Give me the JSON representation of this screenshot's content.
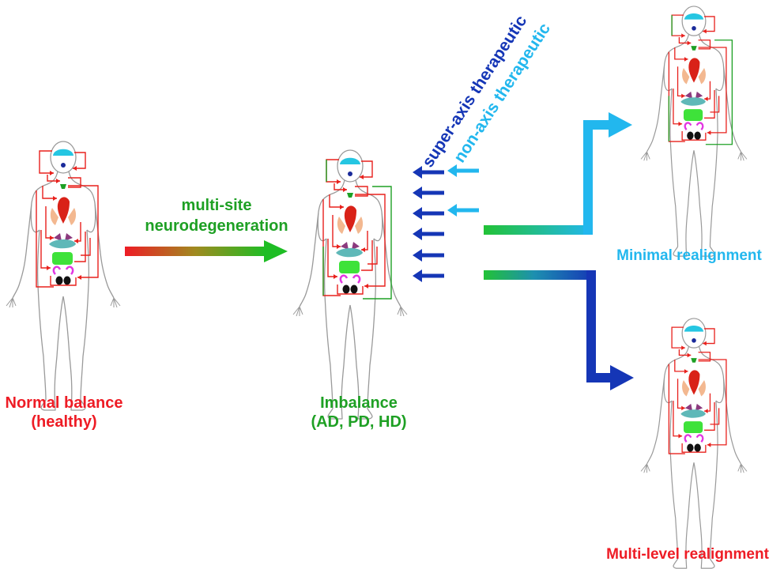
{
  "labels": {
    "normal_line1": "Normal balance",
    "normal_line2": "(healthy)",
    "transition_line1": "multi-site",
    "transition_line2": "neurodegeneration",
    "imbalance_line1": "Imbalance",
    "imbalance_line2": "(AD, PD, HD)",
    "super_axis": "super-axis therapeutic",
    "non_axis": "non-axis therapeutic",
    "minimal": "Minimal realignment",
    "multi_level": "Multi-level realignment"
  },
  "colors": {
    "red": "#ee1c25",
    "green": "#1ea024",
    "cyan": "#22b7ee",
    "dark_blue": "#1536b6",
    "outline": "#9a9a9a"
  }
}
